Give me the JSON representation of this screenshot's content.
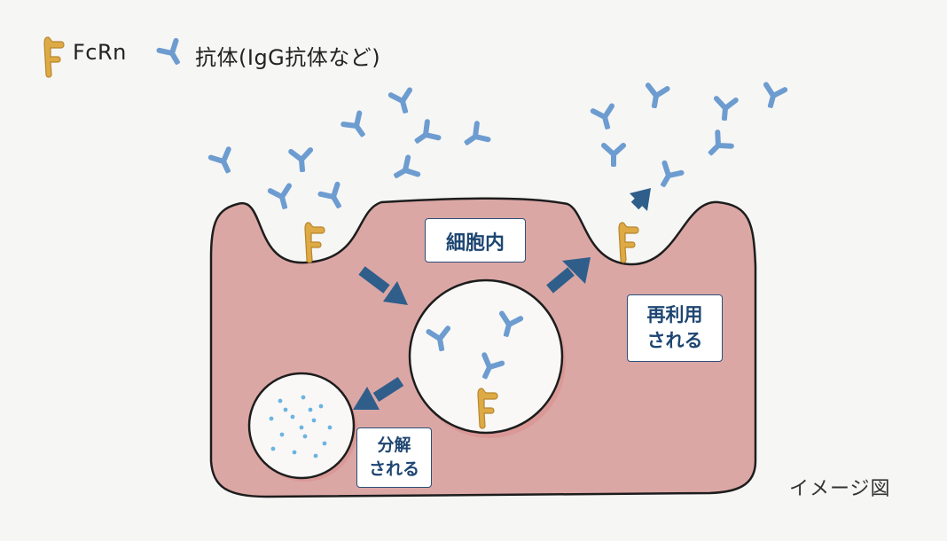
{
  "legend": {
    "fcrn_label": "FcRn",
    "antibody_label": "抗体(IgG抗体など)"
  },
  "labels": {
    "intracellular": "細胞内",
    "recycle_line1": "再利用",
    "recycle_line2": "される",
    "degrade_line1": "分解",
    "degrade_line2": "される"
  },
  "caption": "イメージ図",
  "colors": {
    "cell": "#dba7a5",
    "antibody": "#6d9cd0",
    "fcrn": "#deaa45",
    "arrow": "#2f5e8b",
    "label_text": "#1e4672",
    "dots": "#6cb4e0"
  }
}
